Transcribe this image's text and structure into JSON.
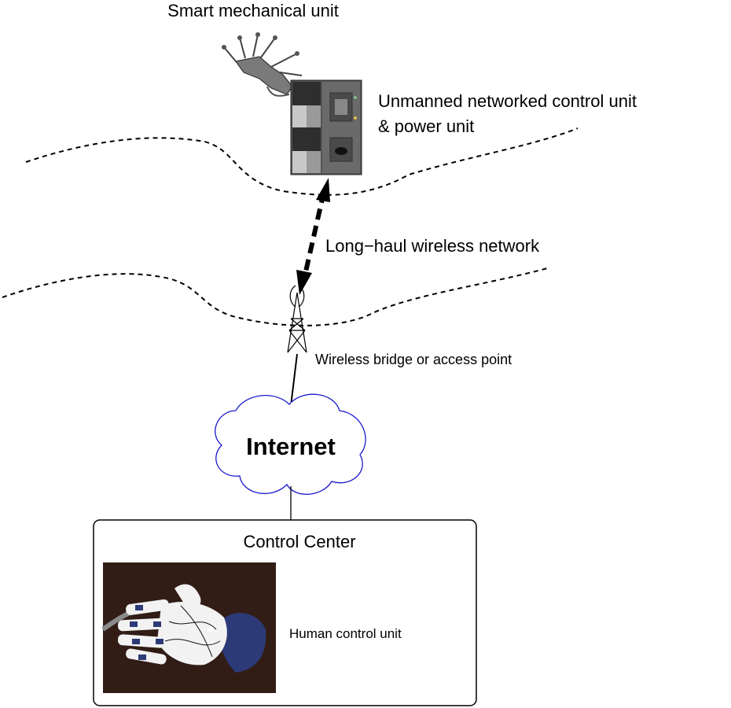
{
  "labels": {
    "smart_mechanical_unit": "Smart mechanical unit",
    "control_unit_line1": "Unmanned networked control unit",
    "control_unit_line2": "& power unit",
    "long_haul": "Long−haul wireless network",
    "wireless_bridge": "Wireless bridge or access point",
    "internet": "Internet",
    "control_center": "Control Center",
    "human_control_unit": "Human control unit"
  },
  "colors": {
    "cloud_outline": "#1a1acc",
    "box_outline": "#000000",
    "photo_background": "#2a1a14",
    "glove_white": "#f2f2f2",
    "glove_blue": "#2c3a78",
    "rack_dark": "#3a3a3a",
    "rack_light": "#bdbdbd"
  },
  "icons": {
    "robot_hand": "robot-hand-icon",
    "rack": "control-rack-icon",
    "tower": "antenna-tower-icon",
    "cloud": "cloud-icon",
    "glove": "data-glove-icon"
  }
}
